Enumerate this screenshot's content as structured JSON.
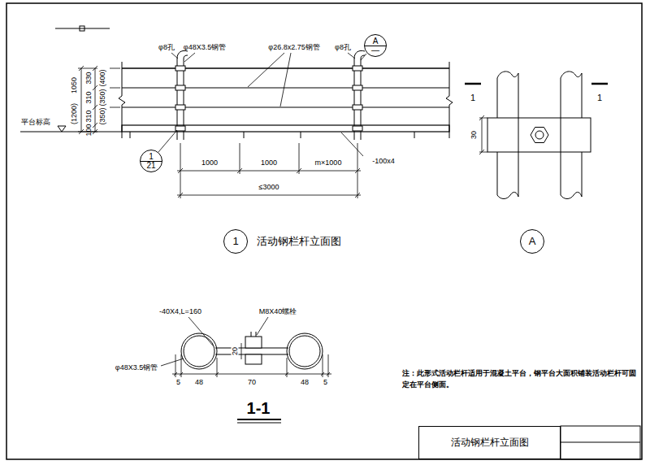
{
  "diagram": {
    "nodes": [
      {
        "text": [
          "A",
          "—"
        ]
      },
      {
        "text": [
          "1",
          "21"
        ]
      },
      {
        "text": [
          "1",
          "活动钢栏杆立面图"
        ]
      },
      {
        "text": [
          "A"
        ]
      },
      {
        "text": [
          "活动钢栏杆立面图"
        ]
      }
    ],
    "labels": [
      "φ8孔",
      "φ48X3.5钢管",
      "φ26.8x2.75钢管",
      "φ8孔",
      "1050",
      "(1200)",
      "330",
      "(400)",
      "310",
      "(350)",
      "310",
      "(350)",
      "100",
      "平台标高",
      "1000",
      "1000",
      "m×1000",
      "-100x4",
      "≤3000",
      "1",
      "1",
      "30",
      "-40X4,L=160",
      "M8X40螺栓",
      "φ48X3.5钢管",
      "20",
      "5",
      "48",
      "70",
      "48",
      "5",
      "1-1",
      "注：此形式活动栏杆适用于混凝土平台，钢平台大面积铺装活动栏杆可固定在平台侧面。"
    ]
  }
}
